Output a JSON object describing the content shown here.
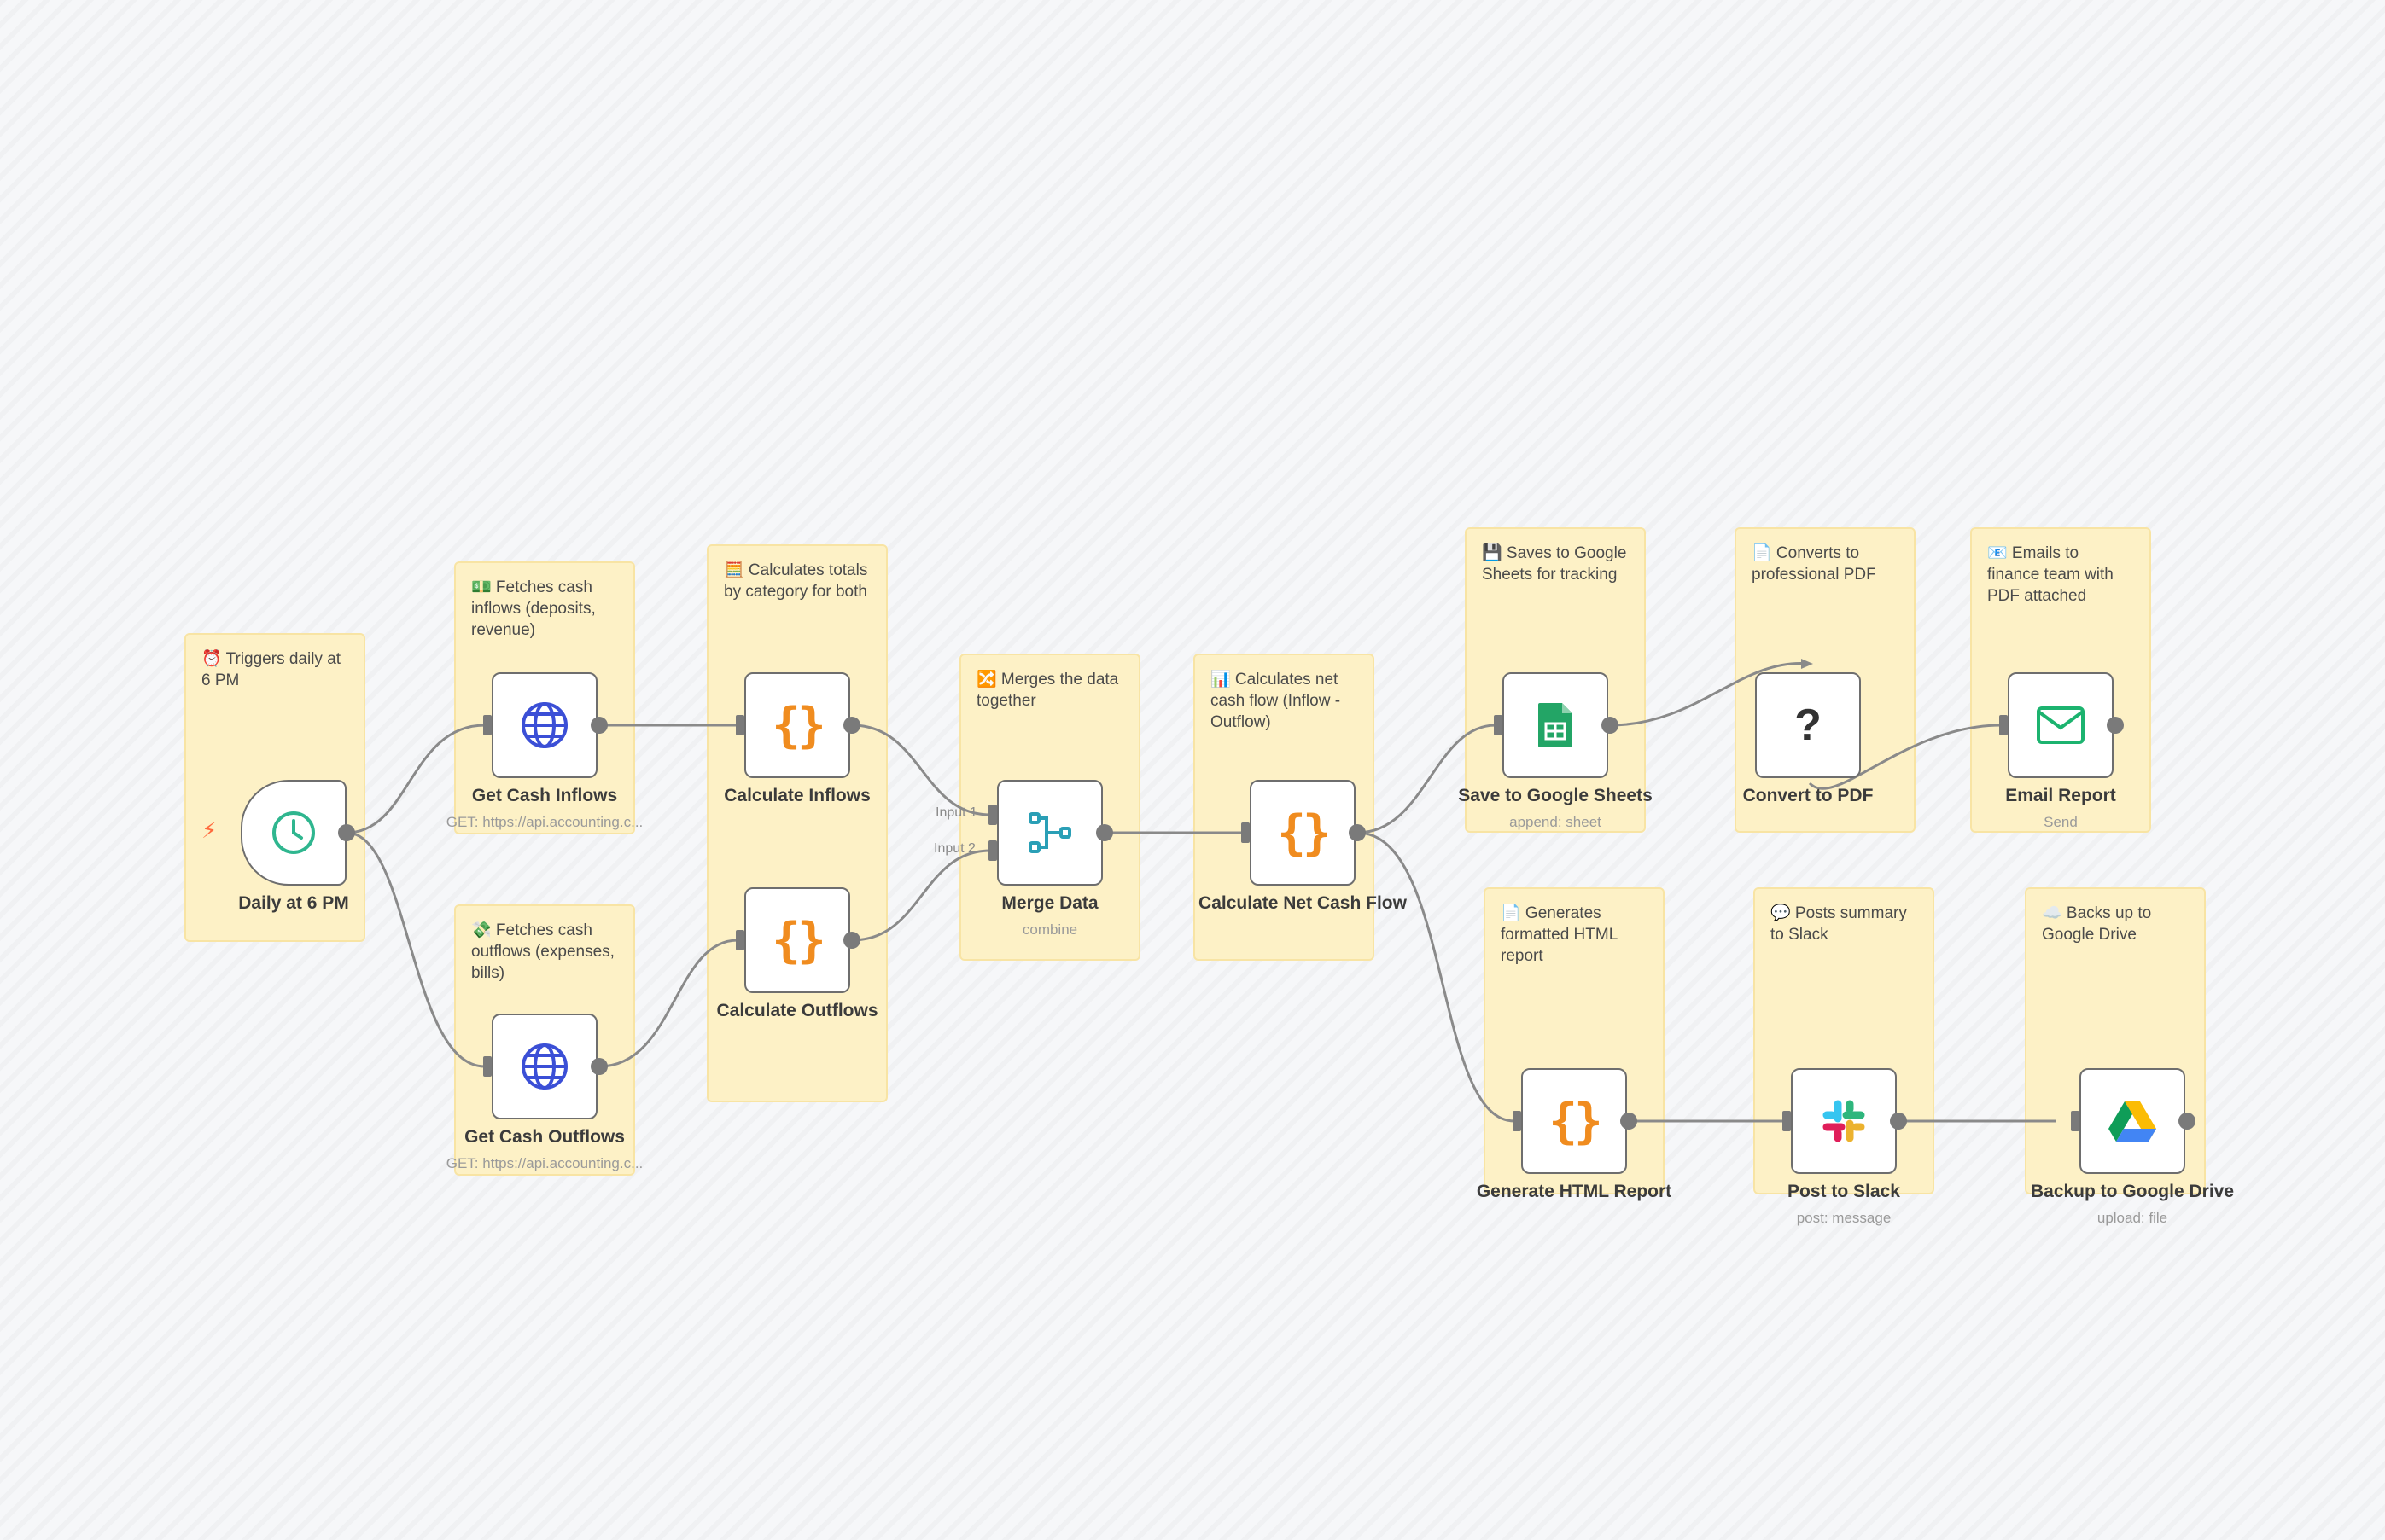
{
  "stickies": [
    {
      "id": "daily",
      "text": "⏰ Triggers daily at 6 PM"
    },
    {
      "id": "inflows",
      "text": "💵 Fetches cash inflows (deposits, revenue)"
    },
    {
      "id": "outflows",
      "text": "💸 Fetches cash outflows (expenses, bills)"
    },
    {
      "id": "totals",
      "text": "🧮 Calculates totals by category for both"
    },
    {
      "id": "merge",
      "text": "🔀 Merges the data together"
    },
    {
      "id": "net",
      "text": "📊 Calculates net cash flow (Inflow - Outflow)"
    },
    {
      "id": "sheets",
      "text": "💾 Saves to Google Sheets for tracking"
    },
    {
      "id": "pdf",
      "text": "📄 Converts to professional PDF"
    },
    {
      "id": "email",
      "text": "📧 Emails to finance team with PDF attached"
    },
    {
      "id": "html",
      "text": "📄 Generates formatted HTML report"
    },
    {
      "id": "slack",
      "text": "💬 Posts summary to Slack"
    },
    {
      "id": "drive",
      "text": "☁️ Backs up to Google Drive"
    }
  ],
  "nodes": [
    {
      "id": "daily",
      "name": "Daily at 6 PM",
      "sub": "",
      "icon": "clock-icon"
    },
    {
      "id": "get_in",
      "name": "Get Cash Inflows",
      "sub": "GET: https://api.accounting.c...",
      "icon": "globe-icon"
    },
    {
      "id": "get_out",
      "name": "Get Cash Outflows",
      "sub": "GET: https://api.accounting.c...",
      "icon": "globe-icon"
    },
    {
      "id": "calc_in",
      "name": "Calculate Inflows",
      "sub": "",
      "icon": "code-braces-icon"
    },
    {
      "id": "calc_out",
      "name": "Calculate Outflows",
      "sub": "",
      "icon": "code-braces-icon"
    },
    {
      "id": "merge",
      "name": "Merge Data",
      "sub": "combine",
      "icon": "merge-icon"
    },
    {
      "id": "net",
      "name": "Calculate Net Cash Flow",
      "sub": "",
      "icon": "code-braces-icon"
    },
    {
      "id": "sheets",
      "name": "Save to Google Sheets",
      "sub": "append: sheet",
      "icon": "google-sheets-icon"
    },
    {
      "id": "pdf",
      "name": "Convert to PDF",
      "sub": "",
      "icon": "unknown-node-icon"
    },
    {
      "id": "email",
      "name": "Email Report",
      "sub": "Send",
      "icon": "envelope-icon"
    },
    {
      "id": "html",
      "name": "Generate HTML Report",
      "sub": "",
      "icon": "code-braces-icon"
    },
    {
      "id": "slack",
      "name": "Post to Slack",
      "sub": "post: message",
      "icon": "slack-icon"
    },
    {
      "id": "drive",
      "name": "Backup to Google Drive",
      "sub": "upload: file",
      "icon": "google-drive-icon"
    }
  ],
  "merge_inputs": [
    "Input 1",
    "Input 2"
  ],
  "unknown_glyph": "?",
  "brace_glyph": "{}",
  "trigger_glyph": "⚡",
  "colors": {
    "sticky": "#fdf1c6",
    "brace": "#f08c1f",
    "clock": "#2fb68f",
    "globe": "#3b4fd6",
    "merge": "#2a9fb6",
    "sheets": "#23a566",
    "email": "#1cb36f",
    "trigger": "#ff6a3d"
  }
}
